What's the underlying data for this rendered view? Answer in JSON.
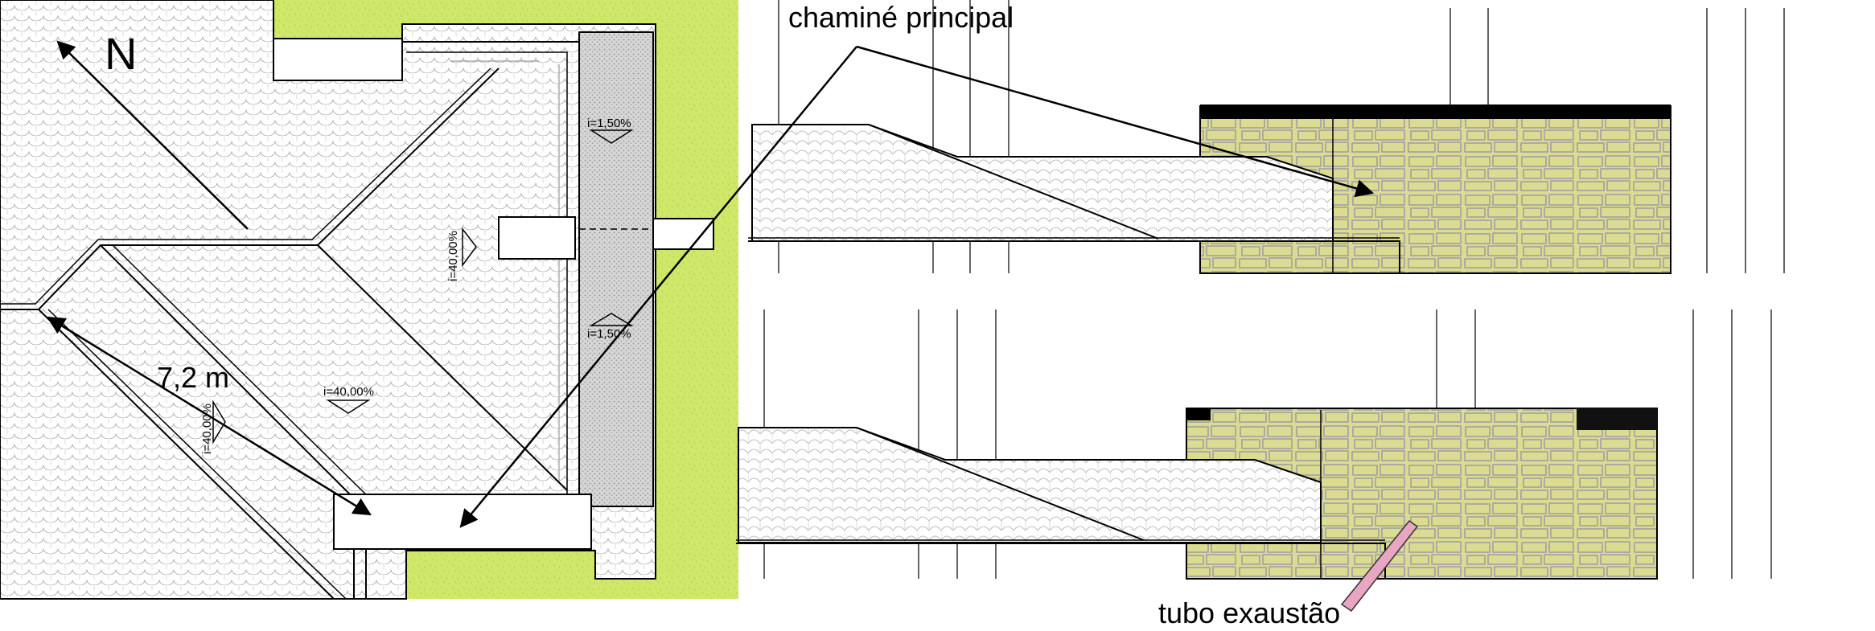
{
  "plan": {
    "north_label": "N",
    "dimension_label": "7,2  m",
    "slopes": {
      "right_top": "i=1,50%",
      "right_bottom": "i=1,50%",
      "center_vertical": "i=40,00%",
      "center_lower": "i=40,00%",
      "left_vertical": "i=40,00%"
    }
  },
  "annotations": {
    "chimney": "chaminé principal",
    "exhaust": "tubo exaustão"
  },
  "colors": {
    "grass": "#cfe86a",
    "stone": "#dcdb92",
    "stone_lines": "#a6a6a0",
    "tile_lines": "#b5b5b5",
    "pipe": "#e8a6c2"
  }
}
